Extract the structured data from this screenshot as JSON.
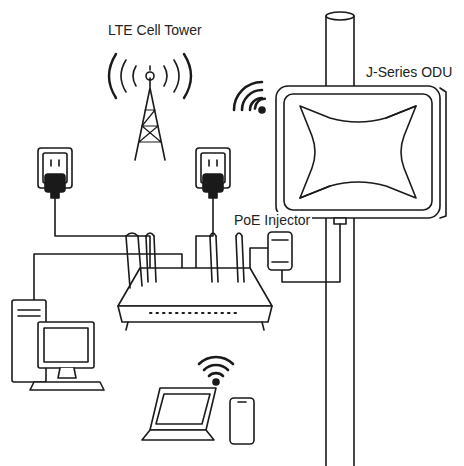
{
  "diagram": {
    "labels": [
      "LTE Cell Tower",
      "J-Series ODU",
      "PoE Injector"
    ]
  }
}
